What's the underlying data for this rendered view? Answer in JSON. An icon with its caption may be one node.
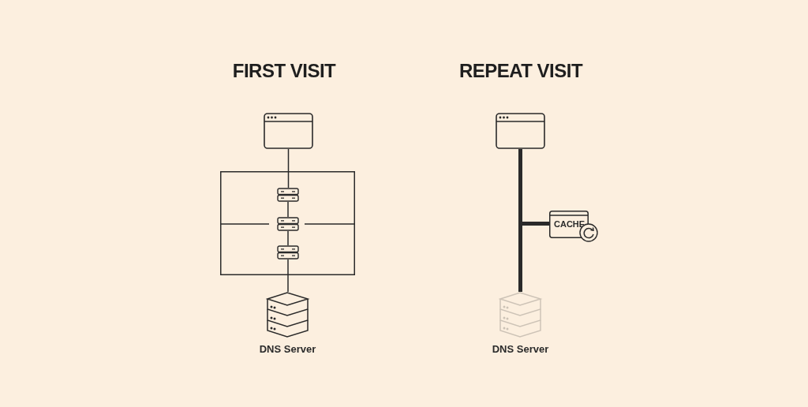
{
  "diagram": {
    "nodes": [
      {
        "text": [],
        "shape": "picture"
      },
      {
        "text": [],
        "shape": "box"
      },
      {
        "text": [],
        "shape": "picture",
        "in": 1
      },
      {
        "text": [],
        "shape": "picture",
        "in": 1
      },
      {
        "text": [],
        "shape": "picture",
        "in": 1
      },
      {
        "text": [],
        "shape": "picture",
        "beside": [
          "DNS Server"
        ]
      },
      {
        "text": [],
        "shape": "picture"
      },
      {
        "text": [
          "CACHE"
        ]
      },
      {
        "text": [],
        "shape": "picture",
        "beside": [
          "DNS Server"
        ]
      }
    ],
    "edges": [
      {
        "from": 0,
        "to": 2,
        "arrow": "none"
      },
      {
        "from": 2,
        "to": 3,
        "arrow": "none"
      },
      {
        "from": 3,
        "to": 4,
        "arrow": "none"
      },
      {
        "from": 4,
        "to": 5,
        "arrow": "none"
      },
      {
        "from": 6,
        "to": 8,
        "arrow": "none",
        "style": "thick"
      },
      {
        "from": 6,
        "to": 7,
        "arrow": "none",
        "style": "thick"
      }
    ],
    "labels": [
      "FIRST VISIT",
      "REPEAT VISIT"
    ]
  }
}
